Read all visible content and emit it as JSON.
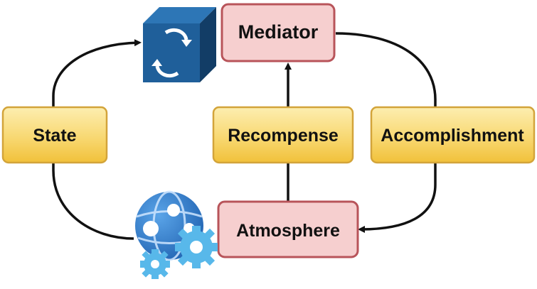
{
  "nodes": {
    "mediator": "Mediator",
    "state": "State",
    "recompense": "Recompense",
    "accomplishment": "Accomplishment",
    "atmosphere": "Atmosphere"
  },
  "icons": {
    "top_left": "cube-sync-icon",
    "bottom_left": "globe-gears-icon"
  },
  "colors": {
    "pink_fill": "#f6cfcf",
    "pink_stroke": "#b8545a",
    "yellow_fill_top": "#fbe79a",
    "yellow_fill_bottom": "#f4c843",
    "yellow_stroke": "#d3a43a",
    "cube_front": "#1f5f9a",
    "cube_side": "#123d66",
    "cube_top": "#2d76b6",
    "globe": "#2f78c9",
    "gear": "#58b8ea",
    "arrow": "#111111"
  }
}
